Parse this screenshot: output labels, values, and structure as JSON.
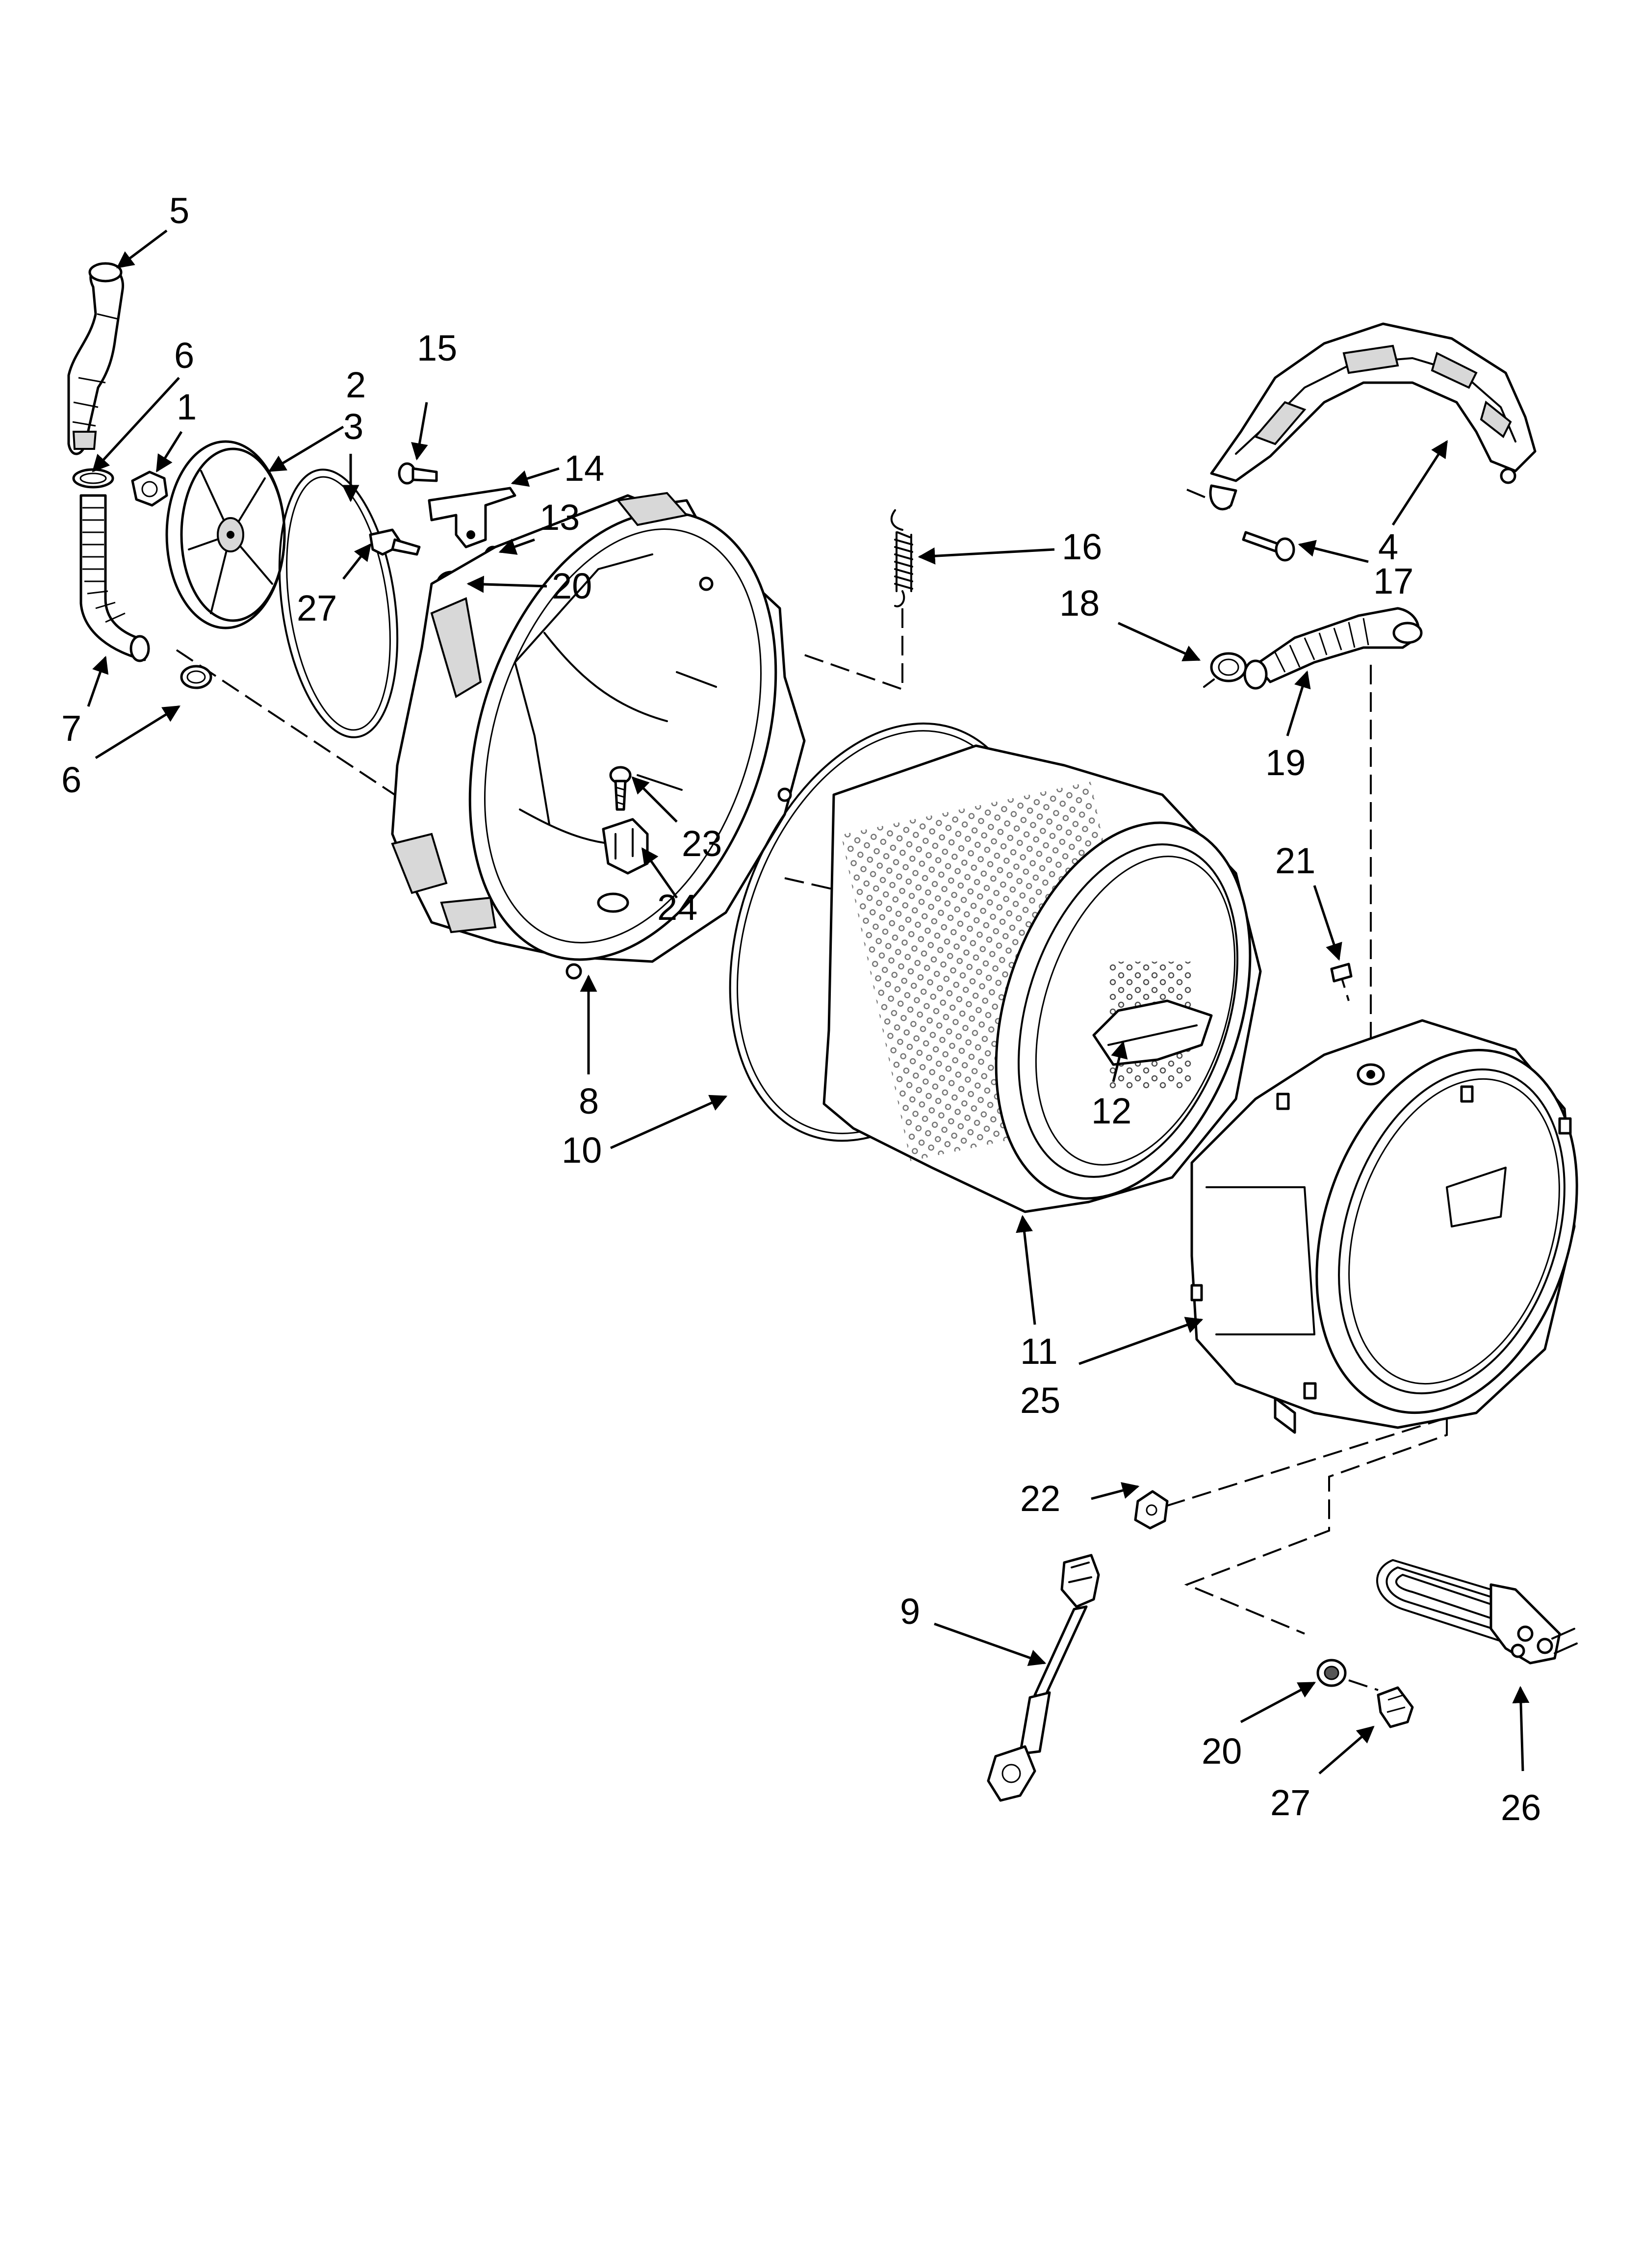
{
  "callouts": [
    {
      "id": "5",
      "text": "5"
    },
    {
      "id": "6a",
      "text": "6"
    },
    {
      "id": "1",
      "text": "1"
    },
    {
      "id": "2",
      "text": "2"
    },
    {
      "id": "3",
      "text": "3"
    },
    {
      "id": "15",
      "text": "15"
    },
    {
      "id": "14",
      "text": "14"
    },
    {
      "id": "13",
      "text": "13"
    },
    {
      "id": "20a",
      "text": "20"
    },
    {
      "id": "27a",
      "text": "27"
    },
    {
      "id": "7",
      "text": "7"
    },
    {
      "id": "6b",
      "text": "6"
    },
    {
      "id": "16",
      "text": "16"
    },
    {
      "id": "4",
      "text": "4"
    },
    {
      "id": "17",
      "text": "17"
    },
    {
      "id": "18",
      "text": "18"
    },
    {
      "id": "19",
      "text": "19"
    },
    {
      "id": "23",
      "text": "23"
    },
    {
      "id": "24",
      "text": "24"
    },
    {
      "id": "21",
      "text": "21"
    },
    {
      "id": "8",
      "text": "8"
    },
    {
      "id": "10",
      "text": "10"
    },
    {
      "id": "12",
      "text": "12"
    },
    {
      "id": "11",
      "text": "11"
    },
    {
      "id": "25",
      "text": "25"
    },
    {
      "id": "22",
      "text": "22"
    },
    {
      "id": "9",
      "text": "9"
    },
    {
      "id": "20b",
      "text": "20"
    },
    {
      "id": "27b",
      "text": "27"
    },
    {
      "id": "26",
      "text": "26"
    }
  ],
  "colors": {
    "line": "#000000",
    "background": "#ffffff",
    "shade": "#d8d8d8"
  }
}
